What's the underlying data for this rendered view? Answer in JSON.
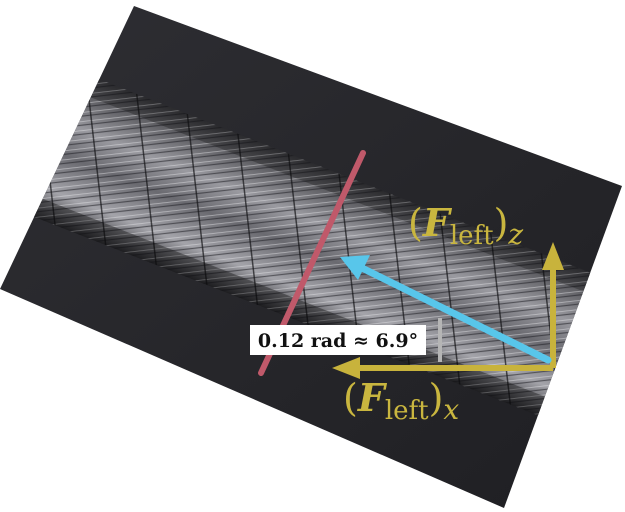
{
  "annotations": {
    "angle_label": "0.12 rad ≈ 6.9°",
    "force_z_label": {
      "symbol": "F",
      "subscript": "left",
      "component": "z"
    },
    "force_x_label": {
      "symbol": "F",
      "subscript": "left",
      "component": "x"
    }
  },
  "colors": {
    "background_frame": "#27272b",
    "cut_line": "#c0596a",
    "force_vector": "#58c6ea",
    "axis_arrows": "#c8b33c",
    "label_text": "#c9b63f",
    "angle_box": "#ffffff",
    "angle_text": "#111111"
  },
  "icons": {
    "cut_marker": "cut-line",
    "force_arrow": "arrow",
    "component_arrows": "arrow"
  }
}
